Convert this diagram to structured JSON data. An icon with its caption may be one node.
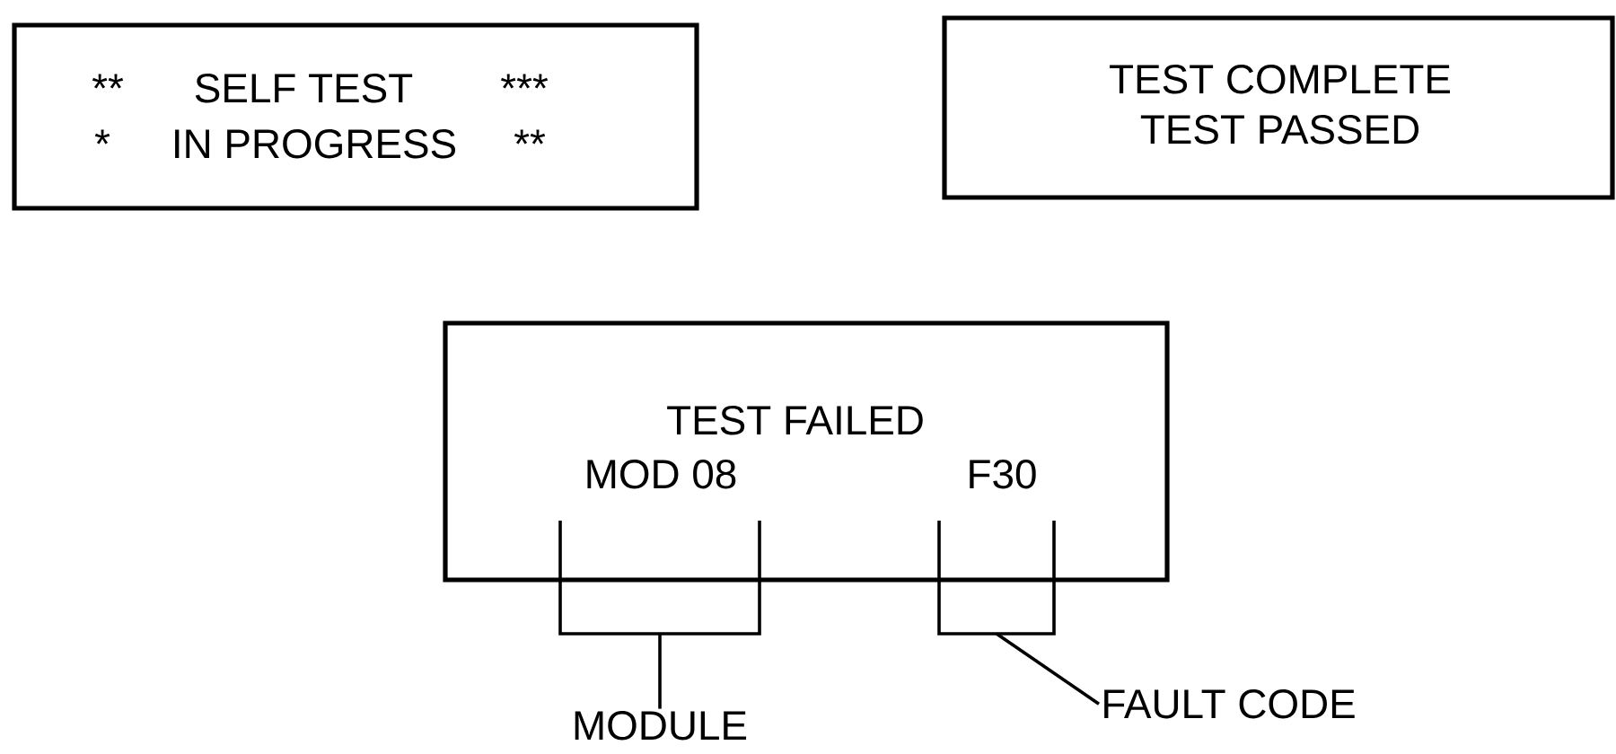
{
  "diagram": {
    "nodes": [
      {
        "text": [
          "**",
          "SELF TEST",
          "***",
          "*",
          "IN PROGRESS",
          "**"
        ]
      },
      {
        "text": [
          "TEST COMPLETE",
          "TEST PASSED"
        ]
      },
      {
        "text": [
          "TEST FAILED"
        ]
      },
      {
        "text": [
          "MOD 08"
        ]
      },
      {
        "text": [
          "F30"
        ]
      },
      {
        "text": [
          "MODULE"
        ]
      },
      {
        "text": [
          "FAULT CODE"
        ]
      }
    ],
    "edges": [
      {
        "from": 5,
        "to": 3,
        "arrow": "none"
      },
      {
        "from": 6,
        "to": 4,
        "arrow": "none"
      }
    ]
  }
}
